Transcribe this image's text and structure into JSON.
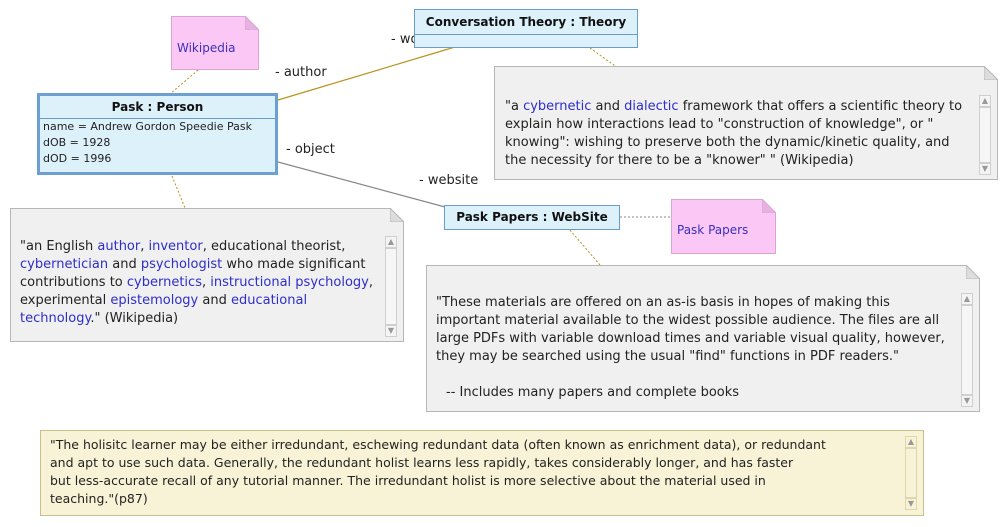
{
  "objects": {
    "pask": {
      "title": "Pask : Person",
      "attrs": [
        "name = Andrew Gordon Speedie Pask",
        "dOB = 1928",
        "dOD = 1996"
      ]
    },
    "theory": {
      "title": "Conversation Theory : Theory"
    },
    "papers": {
      "title": "Pask Papers : WebSite"
    }
  },
  "pink_notes": {
    "wikipedia": "Wikipedia",
    "pask_papers": "Pask Papers"
  },
  "edge_labels": {
    "author": "- author",
    "work": "- work",
    "object": "- object",
    "website": "- website"
  },
  "notes": {
    "pask_note": {
      "l1": [
        "\"an English ",
        "author",
        ", ",
        "inventor",
        ", educational theorist,"
      ],
      "l2": [
        "cybernetician",
        " and ",
        "psychologist",
        " who made significant"
      ],
      "l3": [
        "contributions to ",
        "cybernetics",
        ", ",
        "instructional psychology",
        ","
      ],
      "l4": [
        "experimental ",
        "epistemology",
        " and ",
        "educational"
      ],
      "l5": [
        "technology",
        ".\" (Wikipedia)"
      ]
    },
    "theory_note": {
      "l1": [
        "\"a ",
        "cybernetic",
        " and ",
        "dialectic",
        " framework that offers a scientific theory to"
      ],
      "l2": "explain how interactions lead to \"construction of knowledge\", or \"",
      "l3": "knowing\": wishing to preserve both the dynamic/kinetic quality, and",
      "l4": "the necessity for there to be a \"knower\" \" (Wikipedia)"
    },
    "papers_note": {
      "l1": "\"These materials are offered on an as-is basis in hopes of making this",
      "l2": "important material available to the widest possible audience. The files are all",
      "l3": "large PDFs with variable download times and variable visual quality, however,",
      "l4": "they may be searched using the usual \"find\" functions in PDF readers.\"",
      "l5": "-- Includes many papers and complete  books"
    },
    "holist_note": {
      "l1": "\"The holisitc learner may be either irredundant, eschewing redundant data (often known as enrichment data), or redundant",
      "l2": "and apt to use such data. Generally, the redundant holist learns less rapidly, takes considerably longer, and has faster",
      "l3": "but less-accurate recall of any tutorial manner. The irredundant holist is more selective about the material used in",
      "l4": "teaching.\"(p87)"
    }
  },
  "colors": {
    "object_fill": "#ddf1fb",
    "object_border": "#6a9ccb",
    "note_fill": "#f0f0f0",
    "pink_fill": "#fbc8f5",
    "yellow_fill": "#f8f3d6",
    "link": "#2e2ec8",
    "author_line": "#b8941e"
  }
}
